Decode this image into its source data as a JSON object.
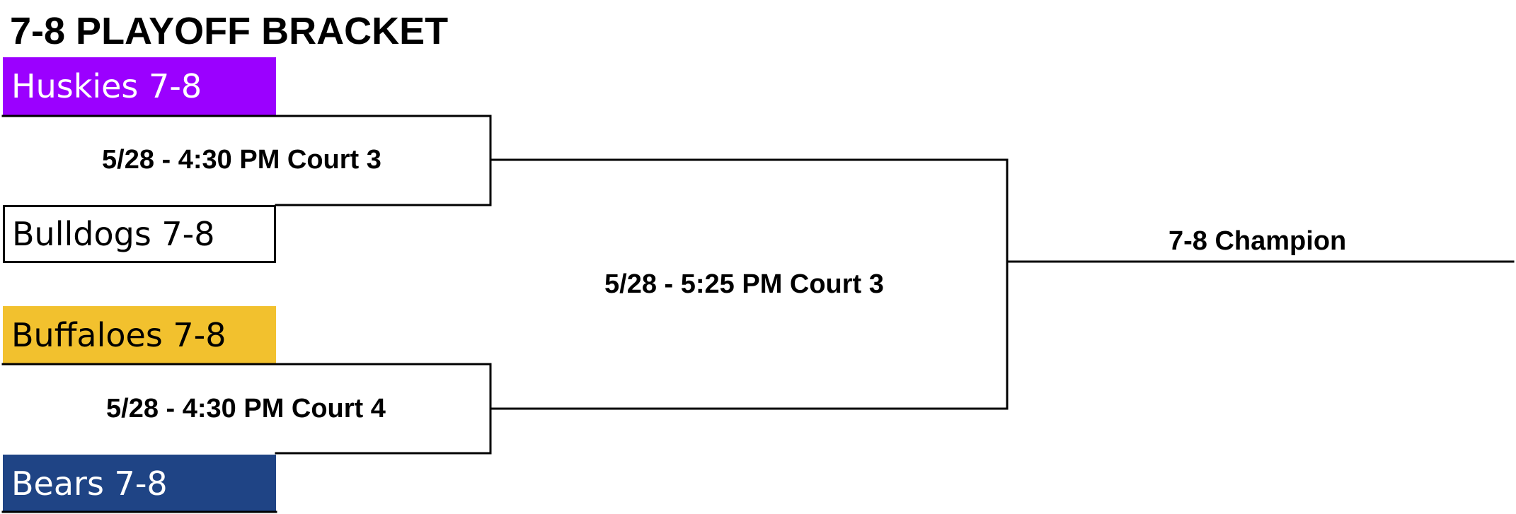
{
  "bracket": {
    "title": "7-8 PLAYOFF BRACKET",
    "teams": [
      {
        "name": "Huskies 7-8",
        "fill": "#9b00ff",
        "text_color": "#ffffff"
      },
      {
        "name": "Bulldogs 7-8",
        "fill": "#ffffff",
        "text_color": "#000000"
      },
      {
        "name": "Buffaloes 7-8",
        "fill": "#f2c12e",
        "text_color": "#000000"
      },
      {
        "name": "Bears 7-8",
        "fill": "#1f4485",
        "text_color": "#ffffff"
      }
    ],
    "games": [
      {
        "label": "5/28 - 4:30 PM Court 3"
      },
      {
        "label": "5/28 - 4:30 PM Court 4"
      },
      {
        "label": "5/28 - 5:25 PM Court 3"
      }
    ],
    "champion_label": "7-8 Champion",
    "line_color": "#000000"
  }
}
